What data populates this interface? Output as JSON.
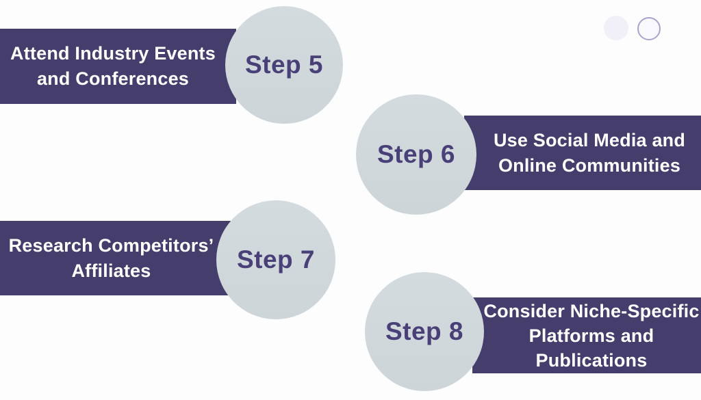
{
  "slide": {
    "background": "#fdfdfe",
    "colors": {
      "banner": "#453e6d",
      "banner_text": "#ffffff",
      "circle_fill": "#cfd7db",
      "step_label_text": "#4a4078",
      "dot_filled": "#f1f0f9",
      "dot_outline": "#aba3ce"
    },
    "decorations": {
      "dots": [
        {
          "name": "filled-dot",
          "style": "filled"
        },
        {
          "name": "outlined-dot",
          "style": "outlined"
        }
      ]
    }
  },
  "steps": [
    {
      "label": "Step 5",
      "title": "Attend Industry Events\nand Conferences",
      "banner_side": "left",
      "circle_side": "right"
    },
    {
      "label": "Step 6",
      "title": "Use Social Media and\nOnline Communities",
      "banner_side": "right",
      "circle_side": "left"
    },
    {
      "label": "Step 7",
      "title": "Research Competitors’\nAffiliates",
      "banner_side": "left",
      "circle_side": "right"
    },
    {
      "label": "Step 8",
      "title": "Consider Niche-Specific\nPlatforms and\nPublications",
      "banner_side": "right",
      "circle_side": "left"
    }
  ]
}
